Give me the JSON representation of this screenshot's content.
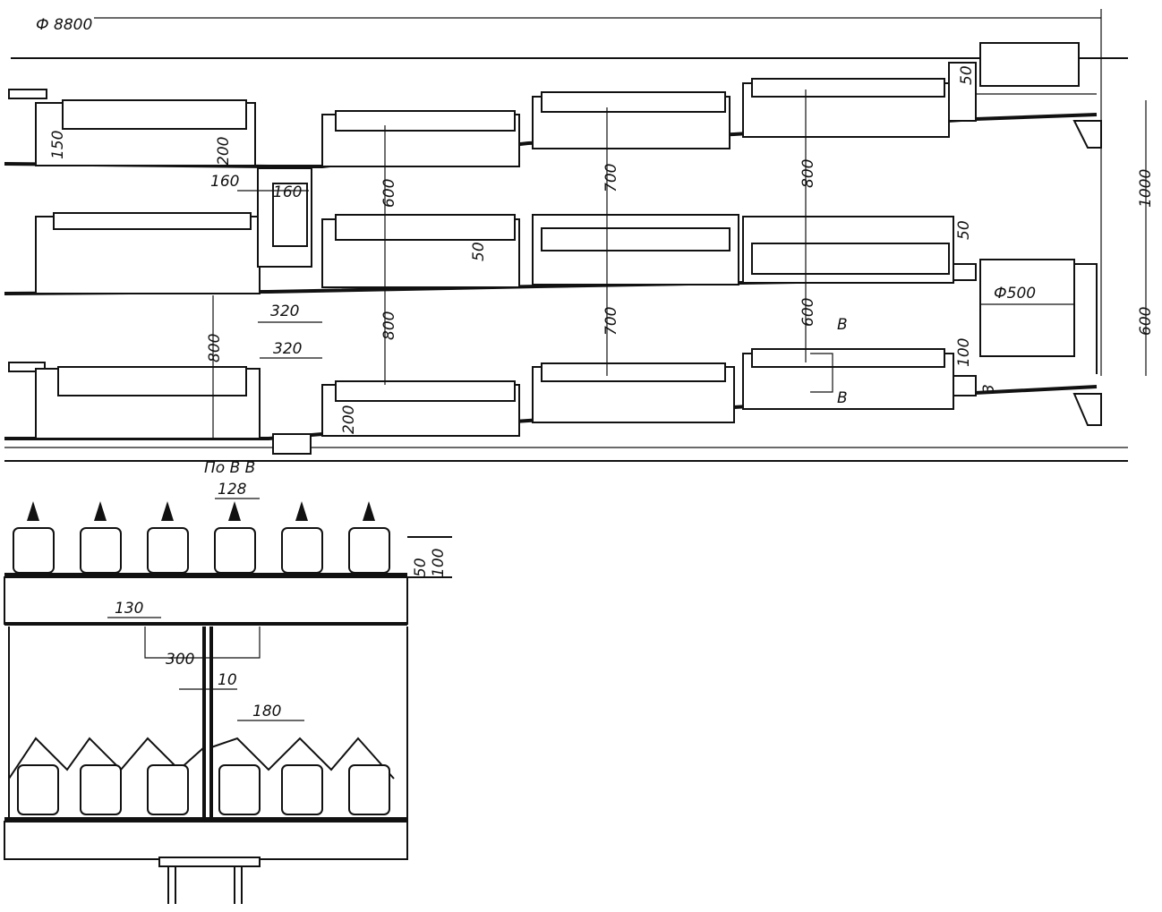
{
  "labels": {
    "diameter_total": "Ф 8800",
    "diameter_small": "Ф500",
    "dim_150": "150",
    "dim_200_top": "200",
    "dim_160_a": "160",
    "dim_160_b": "160",
    "dim_600_top": "600",
    "dim_700_top": "700",
    "dim_800_top": "800",
    "dim_50_tr": "50",
    "dim_1000": "1000",
    "dim_50_mid_a": "50",
    "dim_50_mid_b": "50",
    "dim_320_a": "320",
    "dim_600_right": "600",
    "dim_800_left": "800",
    "dim_320_b": "320",
    "dim_800_mid": "800",
    "dim_700_mid": "700",
    "dim_600_mid": "600",
    "section_b_top": "В",
    "section_b_bottom": "В",
    "dim_100_right": "100",
    "dim_3": "3",
    "dim_200_bottom": "200",
    "section_label": "По В В",
    "dim_128": "128",
    "dim_50_detail": "50",
    "dim_100_detail": "100",
    "dim_130": "130",
    "dim_300": "300",
    "dim_10": "10",
    "dim_180": "180"
  }
}
